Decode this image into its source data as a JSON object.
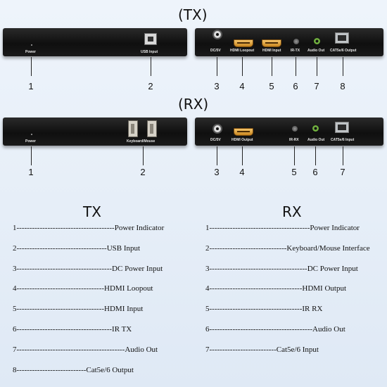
{
  "tx_section": {
    "title": "(TX)",
    "left_panel": {
      "labels": [
        "Power",
        "USB Input"
      ]
    },
    "right_panel": {
      "labels": [
        "DC/5V",
        "HDMI Loopout",
        "HDMI Input",
        "IR-TX",
        "Audio Out",
        "CAT5e/6 Output"
      ]
    },
    "numbers": [
      "1",
      "2",
      "3",
      "4",
      "5",
      "6",
      "7",
      "8"
    ]
  },
  "rx_section": {
    "title": "(RX)",
    "left_panel": {
      "labels": [
        "Power",
        "Keyboard/Mouse"
      ]
    },
    "right_panel": {
      "labels": [
        "DC/5V",
        "HDMI Output",
        "IR-RX",
        "Audio Out",
        "CAT5e/6 Input"
      ]
    },
    "numbers": [
      "1",
      "2",
      "3",
      "4",
      "5",
      "6",
      "7"
    ]
  },
  "tx_list": {
    "heading": "TX",
    "items": [
      "1--------------------------------------Power Indicator",
      "2-----------------------------------USB Input",
      "3-------------------------------------DC Power Input",
      "4----------------------------------HDMI Loopout",
      "5----------------------------------HDMI Input",
      "6-------------------------------------IR TX",
      "7------------------------------------------Audio Out",
      "8---------------------------Cat5e/6 Output"
    ]
  },
  "rx_list": {
    "heading": "RX",
    "items": [
      "1---------------------------------------Power Indicator",
      "2------------------------------Keyboard/Mouse Interface",
      "3--------------------------------------DC Power Input",
      "4------------------------------------HDMI Output",
      "5------------------------------------IR RX",
      "6----------------------------------------Audio Out",
      "7--------------------------Cat5e/6 Input"
    ]
  }
}
